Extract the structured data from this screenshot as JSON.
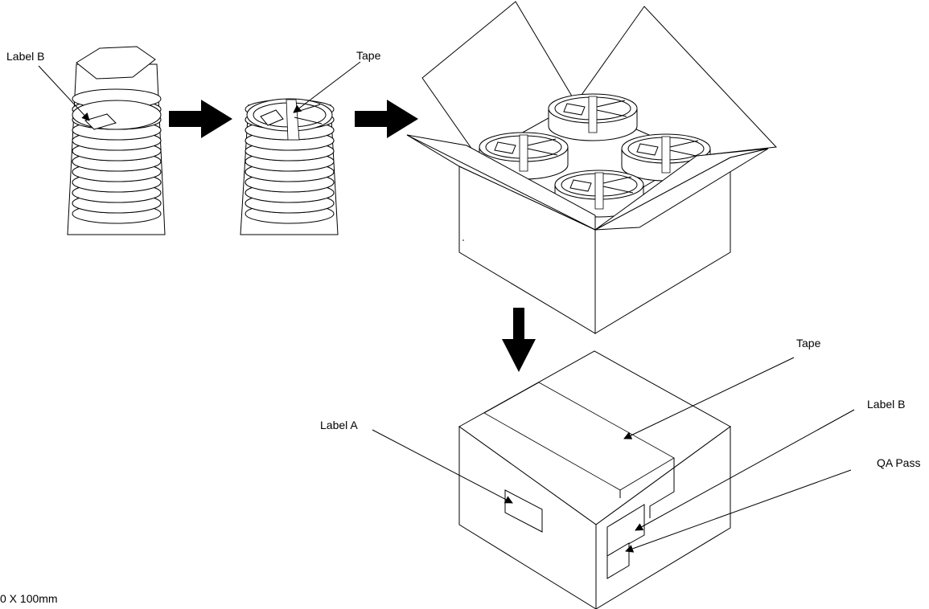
{
  "labels": {
    "stack_label_b": "Label B",
    "stack_tape": "Tape",
    "box_tape": "Tape",
    "box_label_a": "Label A",
    "box_label_b": "Label B",
    "box_qa_pass": "QA Pass",
    "footnote": "0 X 100mm"
  },
  "colors": {
    "line": "#000000",
    "background": "#ffffff",
    "arrow": "#000000"
  }
}
